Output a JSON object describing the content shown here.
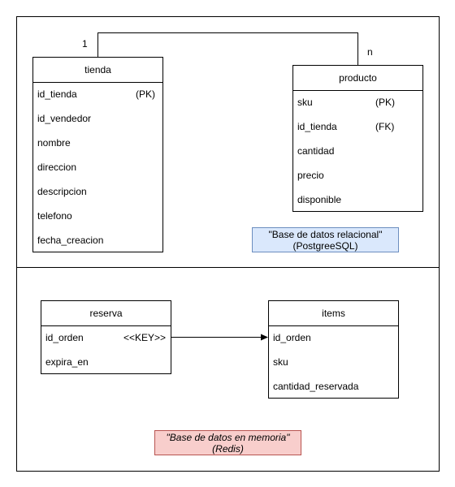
{
  "relational": {
    "tienda": {
      "title": "tienda",
      "fields": [
        {
          "name": "id_tienda",
          "tag": "(PK)"
        },
        {
          "name": "id_vendedor",
          "tag": ""
        },
        {
          "name": "nombre",
          "tag": ""
        },
        {
          "name": "direccion",
          "tag": ""
        },
        {
          "name": "descripcion",
          "tag": ""
        },
        {
          "name": "telefono",
          "tag": ""
        },
        {
          "name": "fecha_creacion",
          "tag": ""
        }
      ]
    },
    "producto": {
      "title": "producto",
      "fields": [
        {
          "name": "sku",
          "tag": "(PK)"
        },
        {
          "name": "id_tienda",
          "tag": "(FK)"
        },
        {
          "name": "cantidad",
          "tag": ""
        },
        {
          "name": "precio",
          "tag": ""
        },
        {
          "name": "disponible",
          "tag": ""
        }
      ]
    },
    "cardinality_one": "1",
    "cardinality_many": "n",
    "note_line1": "\"Base de datos relacional\"",
    "note_line2": "(PostgreeSQL)",
    "note_color": "#dae8fc"
  },
  "memory": {
    "reserva": {
      "title": "reserva",
      "fields": [
        {
          "name": "id_orden",
          "tag": "<<KEY>>"
        },
        {
          "name": "expira_en",
          "tag": ""
        }
      ]
    },
    "items": {
      "title": "items",
      "fields": [
        {
          "name": "id_orden",
          "tag": ""
        },
        {
          "name": "sku",
          "tag": ""
        },
        {
          "name": "cantidad_reservada",
          "tag": ""
        }
      ]
    },
    "note_line1": "\"Base de datos en memoria\"",
    "note_line2": "(Redis)",
    "note_color": "#f8cecc"
  }
}
